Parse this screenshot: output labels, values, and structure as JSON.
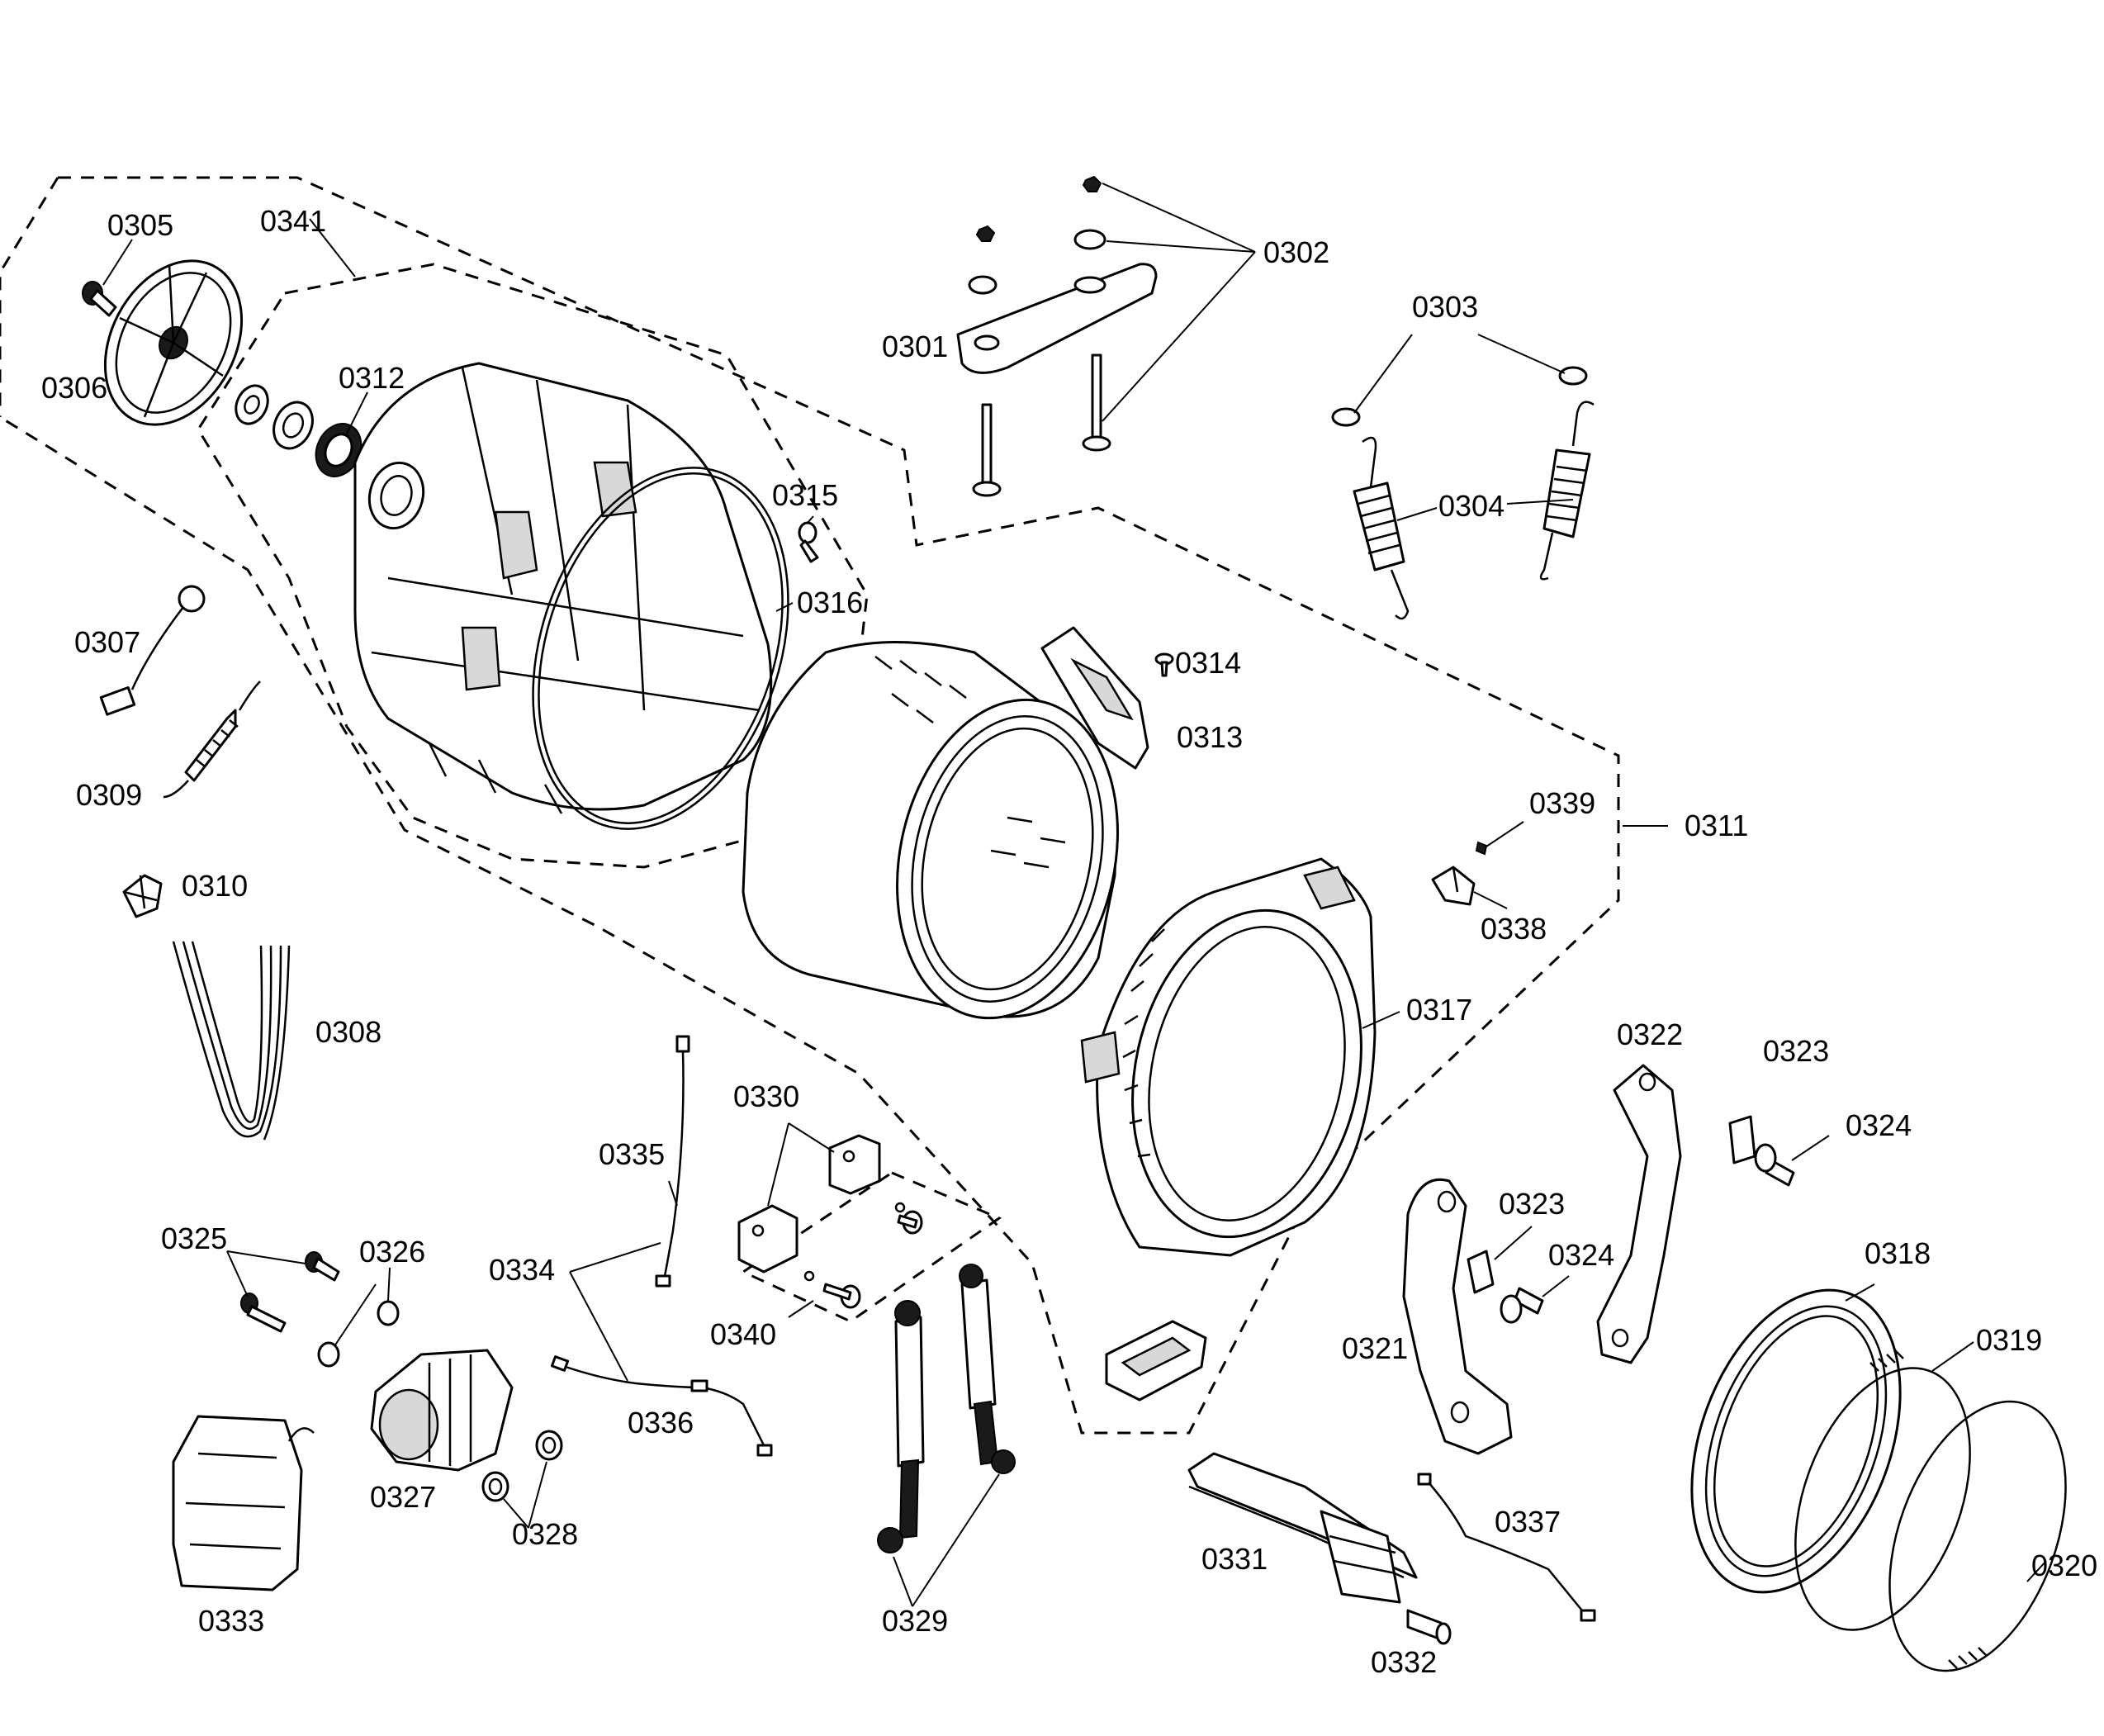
{
  "labels": {
    "p0301": "0301",
    "p0302": "0302",
    "p0303": "0303",
    "p0304": "0304",
    "p0305": "0305",
    "p0306": "0306",
    "p0307": "0307",
    "p0308": "0308",
    "p0309": "0309",
    "p0310": "0310",
    "p0311": "0311",
    "p0312": "0312",
    "p0313": "0313",
    "p0314": "0314",
    "p0315": "0315",
    "p0316": "0316",
    "p0317": "0317",
    "p0318": "0318",
    "p0319": "0319",
    "p0320": "0320",
    "p0321": "0321",
    "p0322": "0322",
    "p0323a": "0323",
    "p0323b": "0323",
    "p0324a": "0324",
    "p0324b": "0324",
    "p0325": "0325",
    "p0326": "0326",
    "p0327": "0327",
    "p0328": "0328",
    "p0329": "0329",
    "p0330": "0330",
    "p0331": "0331",
    "p0332": "0332",
    "p0333": "0333",
    "p0334": "0334",
    "p0335": "0335",
    "p0336": "0336",
    "p0337": "0337",
    "p0338": "0338",
    "p0339": "0339",
    "p0340": "0340",
    "p0341": "0341"
  },
  "colors": {
    "line": "#000000",
    "background": "#ffffff"
  }
}
